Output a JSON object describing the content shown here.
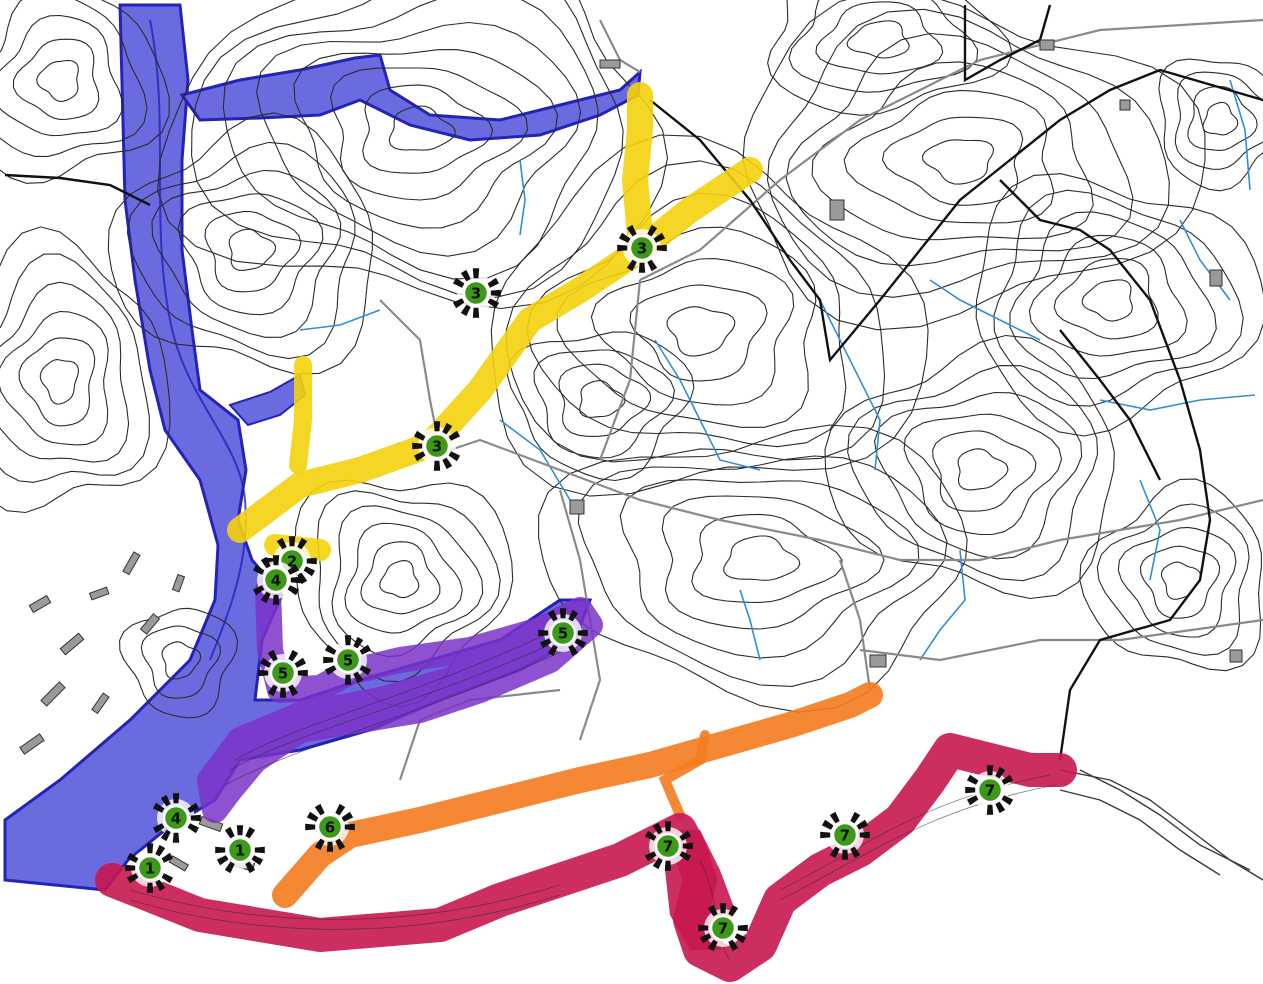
{
  "map": {
    "colors": {
      "background": "#ffffff",
      "contour": "#2b2b2b",
      "road": "#8a8a8a",
      "building": "#9a9a9a",
      "stream": "#2f8fd6",
      "boundary": "#111111",
      "estuary": "#6b6be0",
      "estuary_edge": "#2323b8",
      "marker_fill": "#3c9a18",
      "marker_tick": "#111111"
    },
    "routes": [
      {
        "id": "yellow",
        "color": "#f5d20c",
        "meaning": "route group 3/2"
      },
      {
        "id": "purple",
        "color": "#7a33c8",
        "meaning": "route group 5/4"
      },
      {
        "id": "orange",
        "color": "#f47b1f",
        "meaning": "route group 6"
      },
      {
        "id": "crimson",
        "color": "#c8174f",
        "meaning": "coastal route group 7/1"
      }
    ],
    "markers": [
      {
        "number": "3",
        "route": "yellow"
      },
      {
        "number": "3",
        "route": "yellow"
      },
      {
        "number": "3",
        "route": "yellow"
      },
      {
        "number": "2",
        "route": "yellow"
      },
      {
        "number": "4",
        "route": "purple"
      },
      {
        "number": "5",
        "route": "purple"
      },
      {
        "number": "5",
        "route": "purple"
      },
      {
        "number": "5",
        "route": "purple"
      },
      {
        "number": "4",
        "route": "purple"
      },
      {
        "number": "6",
        "route": "orange"
      },
      {
        "number": "1",
        "route": "crimson"
      },
      {
        "number": "1",
        "route": "crimson"
      },
      {
        "number": "7",
        "route": "crimson"
      },
      {
        "number": "7",
        "route": "crimson"
      },
      {
        "number": "7",
        "route": "crimson"
      },
      {
        "number": "7",
        "route": "crimson"
      }
    ]
  }
}
